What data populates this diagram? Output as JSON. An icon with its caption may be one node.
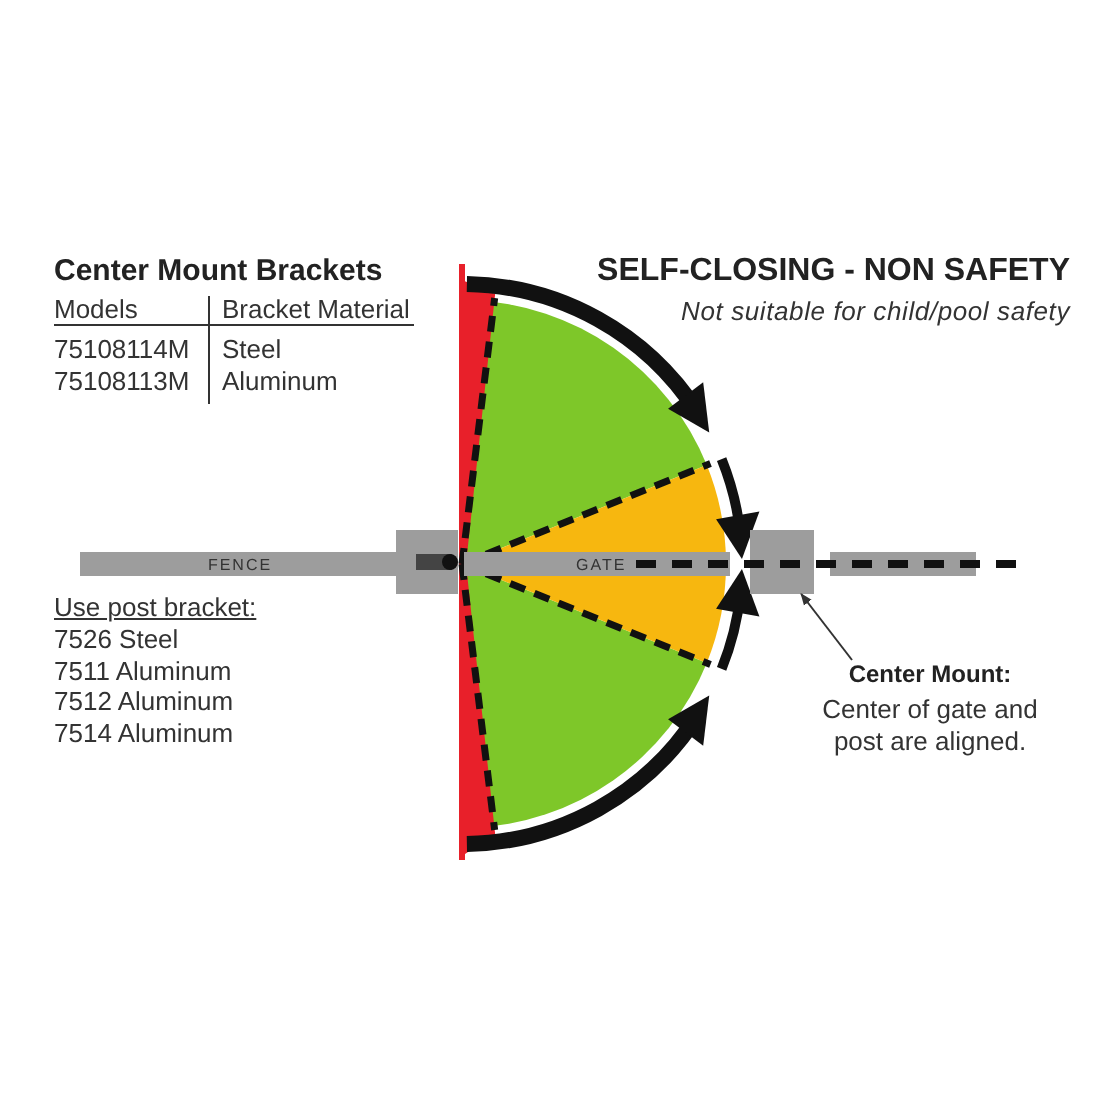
{
  "diagram": {
    "nodes": [
      {
        "text": [
          "FENCE"
        ]
      },
      {
        "text": [],
        "shape": "box"
      },
      {
        "text": [
          "GATE"
        ]
      },
      {
        "text": [],
        "shape": "box"
      },
      {
        "text": [],
        "shape": "bar"
      },
      {
        "text": [
          "Center Mount:",
          "Center of gate and post are aligned."
        ]
      }
    ],
    "edges": [
      {
        "from": 5,
        "to": 3,
        "arrow": "to"
      }
    ],
    "labels": [
      "Center Mount Brackets",
      "Models",
      "Bracket Material",
      "75108114M",
      "Steel",
      "75108113M",
      "Aluminum",
      "Use post bracket:",
      "7526 Steel",
      "7511 Aluminum",
      "7512 Aluminum",
      "7514 Aluminum",
      "SELF-CLOSING - NON SAFETY",
      "Not suitable for child/pool safety"
    ]
  }
}
